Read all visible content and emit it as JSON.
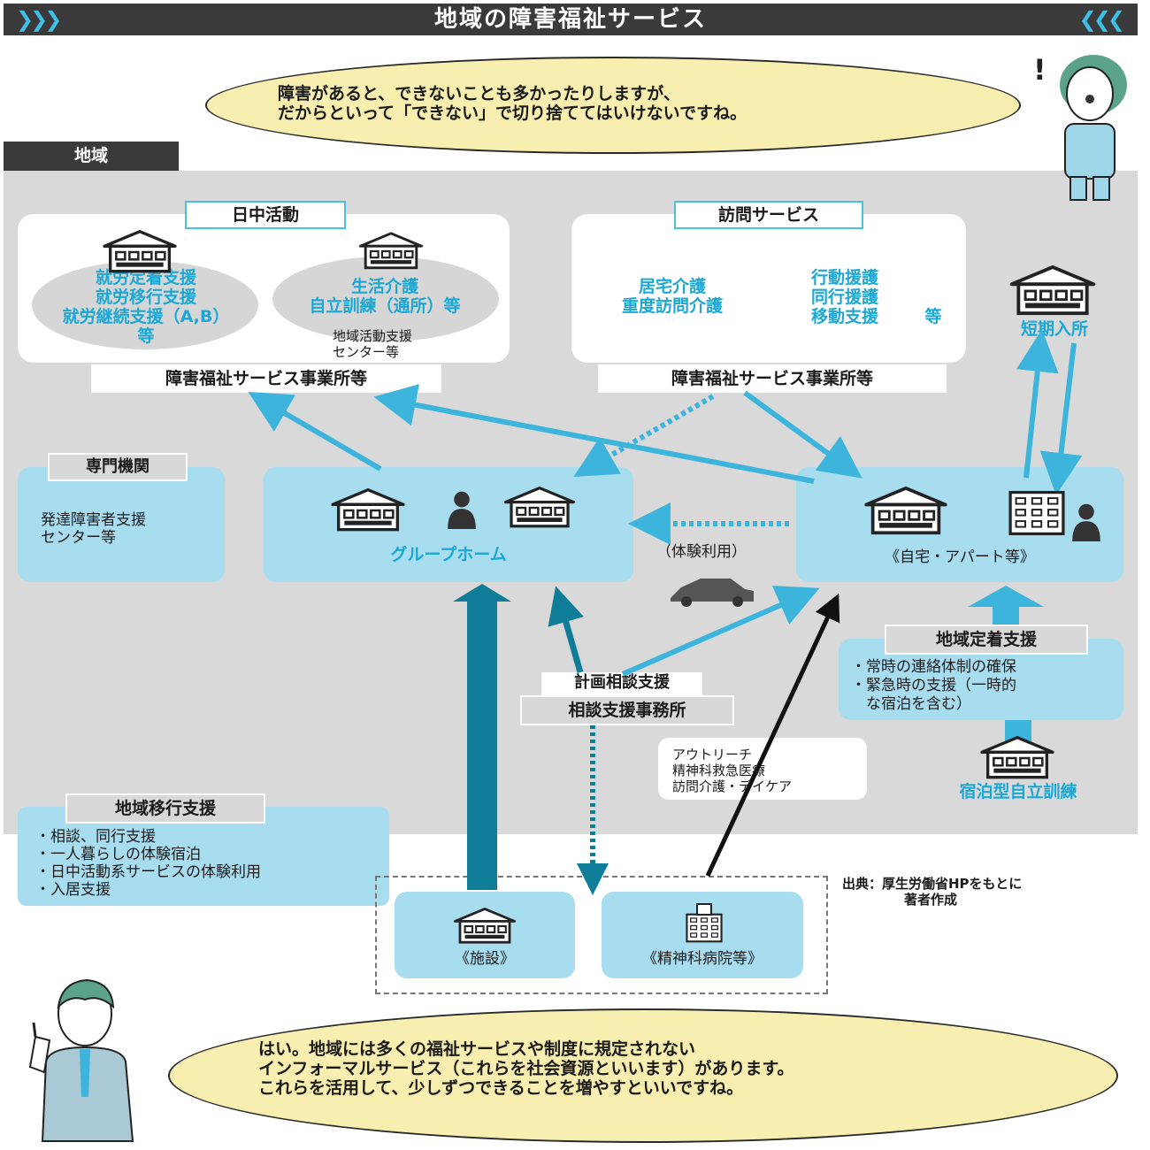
{
  "header": {
    "title": "地域の障害福祉サービス",
    "left_chevrons": "❯❯❯",
    "right_chevrons": "❮❮❮"
  },
  "top_bubble": {
    "line1": "障害があると、できないことも多かったりしますが、",
    "line2": "だからといって「できない」で切り捨ててはいけないですね。"
  },
  "region_label": "地域",
  "day_activity": {
    "tag": "日中活動",
    "left_group": [
      "就労定着支援",
      "就労移行支援",
      "就労継続支援（A,B）",
      "等"
    ],
    "right_group": [
      "生活介護",
      "自立訓練（通所）等"
    ],
    "note": [
      "地域活動支援",
      "センター等"
    ],
    "footer": "障害福祉サービス事業所等"
  },
  "visit_service": {
    "tag": "訪問サービス",
    "left_group": [
      "居宅介護",
      "重度訪問介護"
    ],
    "right_group": [
      "行動援護",
      "同行援護",
      "移動支援"
    ],
    "suffix": "等",
    "footer": "障害福祉サービス事業所等"
  },
  "short_stay": {
    "label": "短期入所"
  },
  "specialist": {
    "tag": "専門機関",
    "text": [
      "発達障害者支援",
      "センター等"
    ]
  },
  "group_home": {
    "label": "グループホーム"
  },
  "trial_use": "（体験利用）",
  "home": {
    "label": "《自宅・アパート等》"
  },
  "community_settle": {
    "tag": "地域定着支援",
    "items": [
      "・常時の連絡体制の確保",
      "・緊急時の支援（一時的",
      "　な宿泊を含む）"
    ]
  },
  "plan_consult": {
    "label": "計画相談支援",
    "office": "相談支援事務所"
  },
  "outreach": [
    "アウトリーチ",
    "精神科救急医療",
    "訪問介護・デイケア"
  ],
  "residential_training": {
    "label": "宿泊型自立訓練"
  },
  "community_transition": {
    "tag": "地域移行支援",
    "items": [
      "・相談、同行支援",
      "・一人暮らしの体験宿泊",
      "・日中活動系サービスの体験利用",
      "・入居支援"
    ]
  },
  "source": [
    "出典：厚生労働省HPをもとに",
    "著者作成"
  ],
  "facility": {
    "label": "《施設》"
  },
  "hospital": {
    "label": "《精神科病院等》"
  },
  "bottom_bubble": {
    "line1": "はい。地域には多くの福祉サービスや制度に規定されない",
    "line2": "インフォーマルサービス（これらを社会資源といいます）があります。",
    "line3": "これらを活用して、少しずつできることを増やすといいですね。"
  },
  "colors": {
    "accent": "#1ba8d4",
    "arrow_light": "#3cb4dc",
    "arrow_dark": "#0f7d98",
    "region": "#d9d9d9",
    "bubble": "#f7eeb0"
  }
}
